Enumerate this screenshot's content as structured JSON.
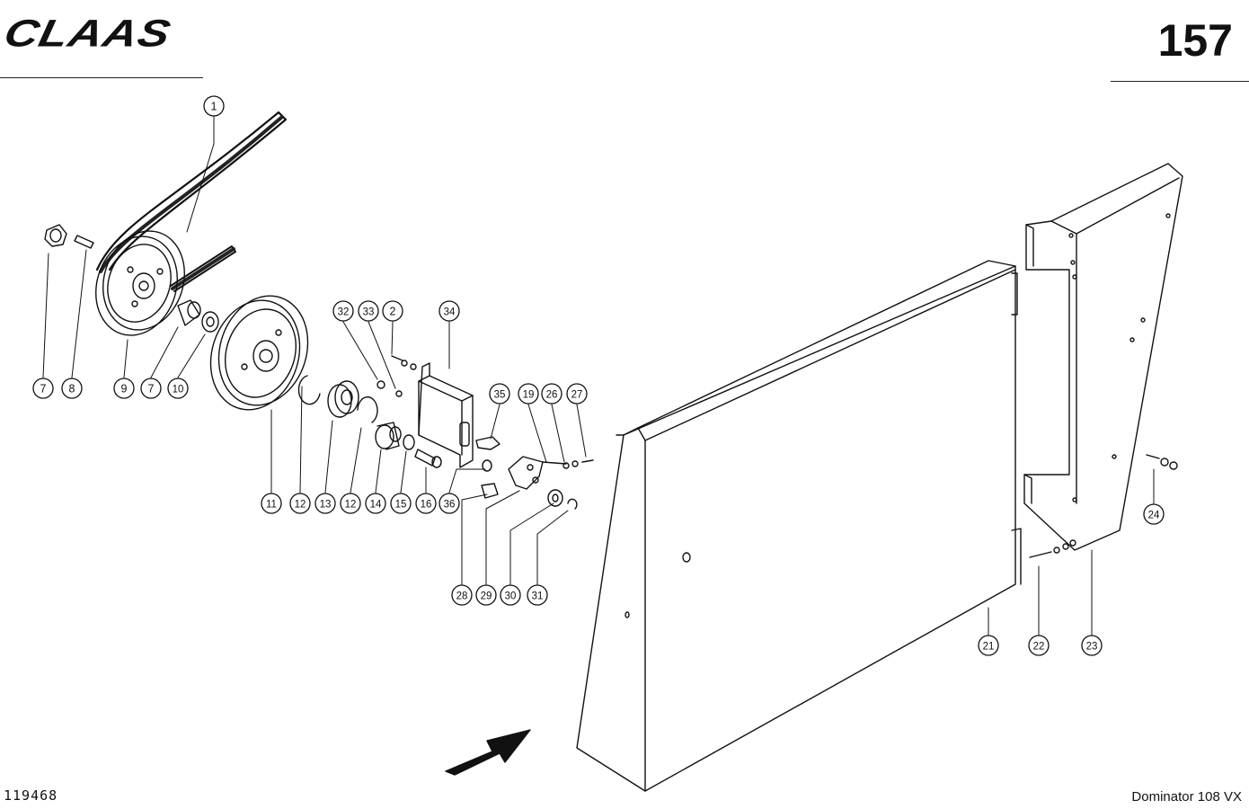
{
  "header": {
    "brand_logo": "CLAAS",
    "page_number": "157"
  },
  "footer": {
    "drawing_number": "119468",
    "model": "Dominator 108 VX"
  },
  "callouts": [
    "1",
    "2",
    "7",
    "8",
    "9",
    "7",
    "10",
    "11",
    "12",
    "13",
    "12",
    "14",
    "15",
    "16",
    "19",
    "21",
    "22",
    "23",
    "24",
    "26",
    "27",
    "28",
    "29",
    "30",
    "31",
    "32",
    "33",
    "34",
    "35",
    "36"
  ]
}
